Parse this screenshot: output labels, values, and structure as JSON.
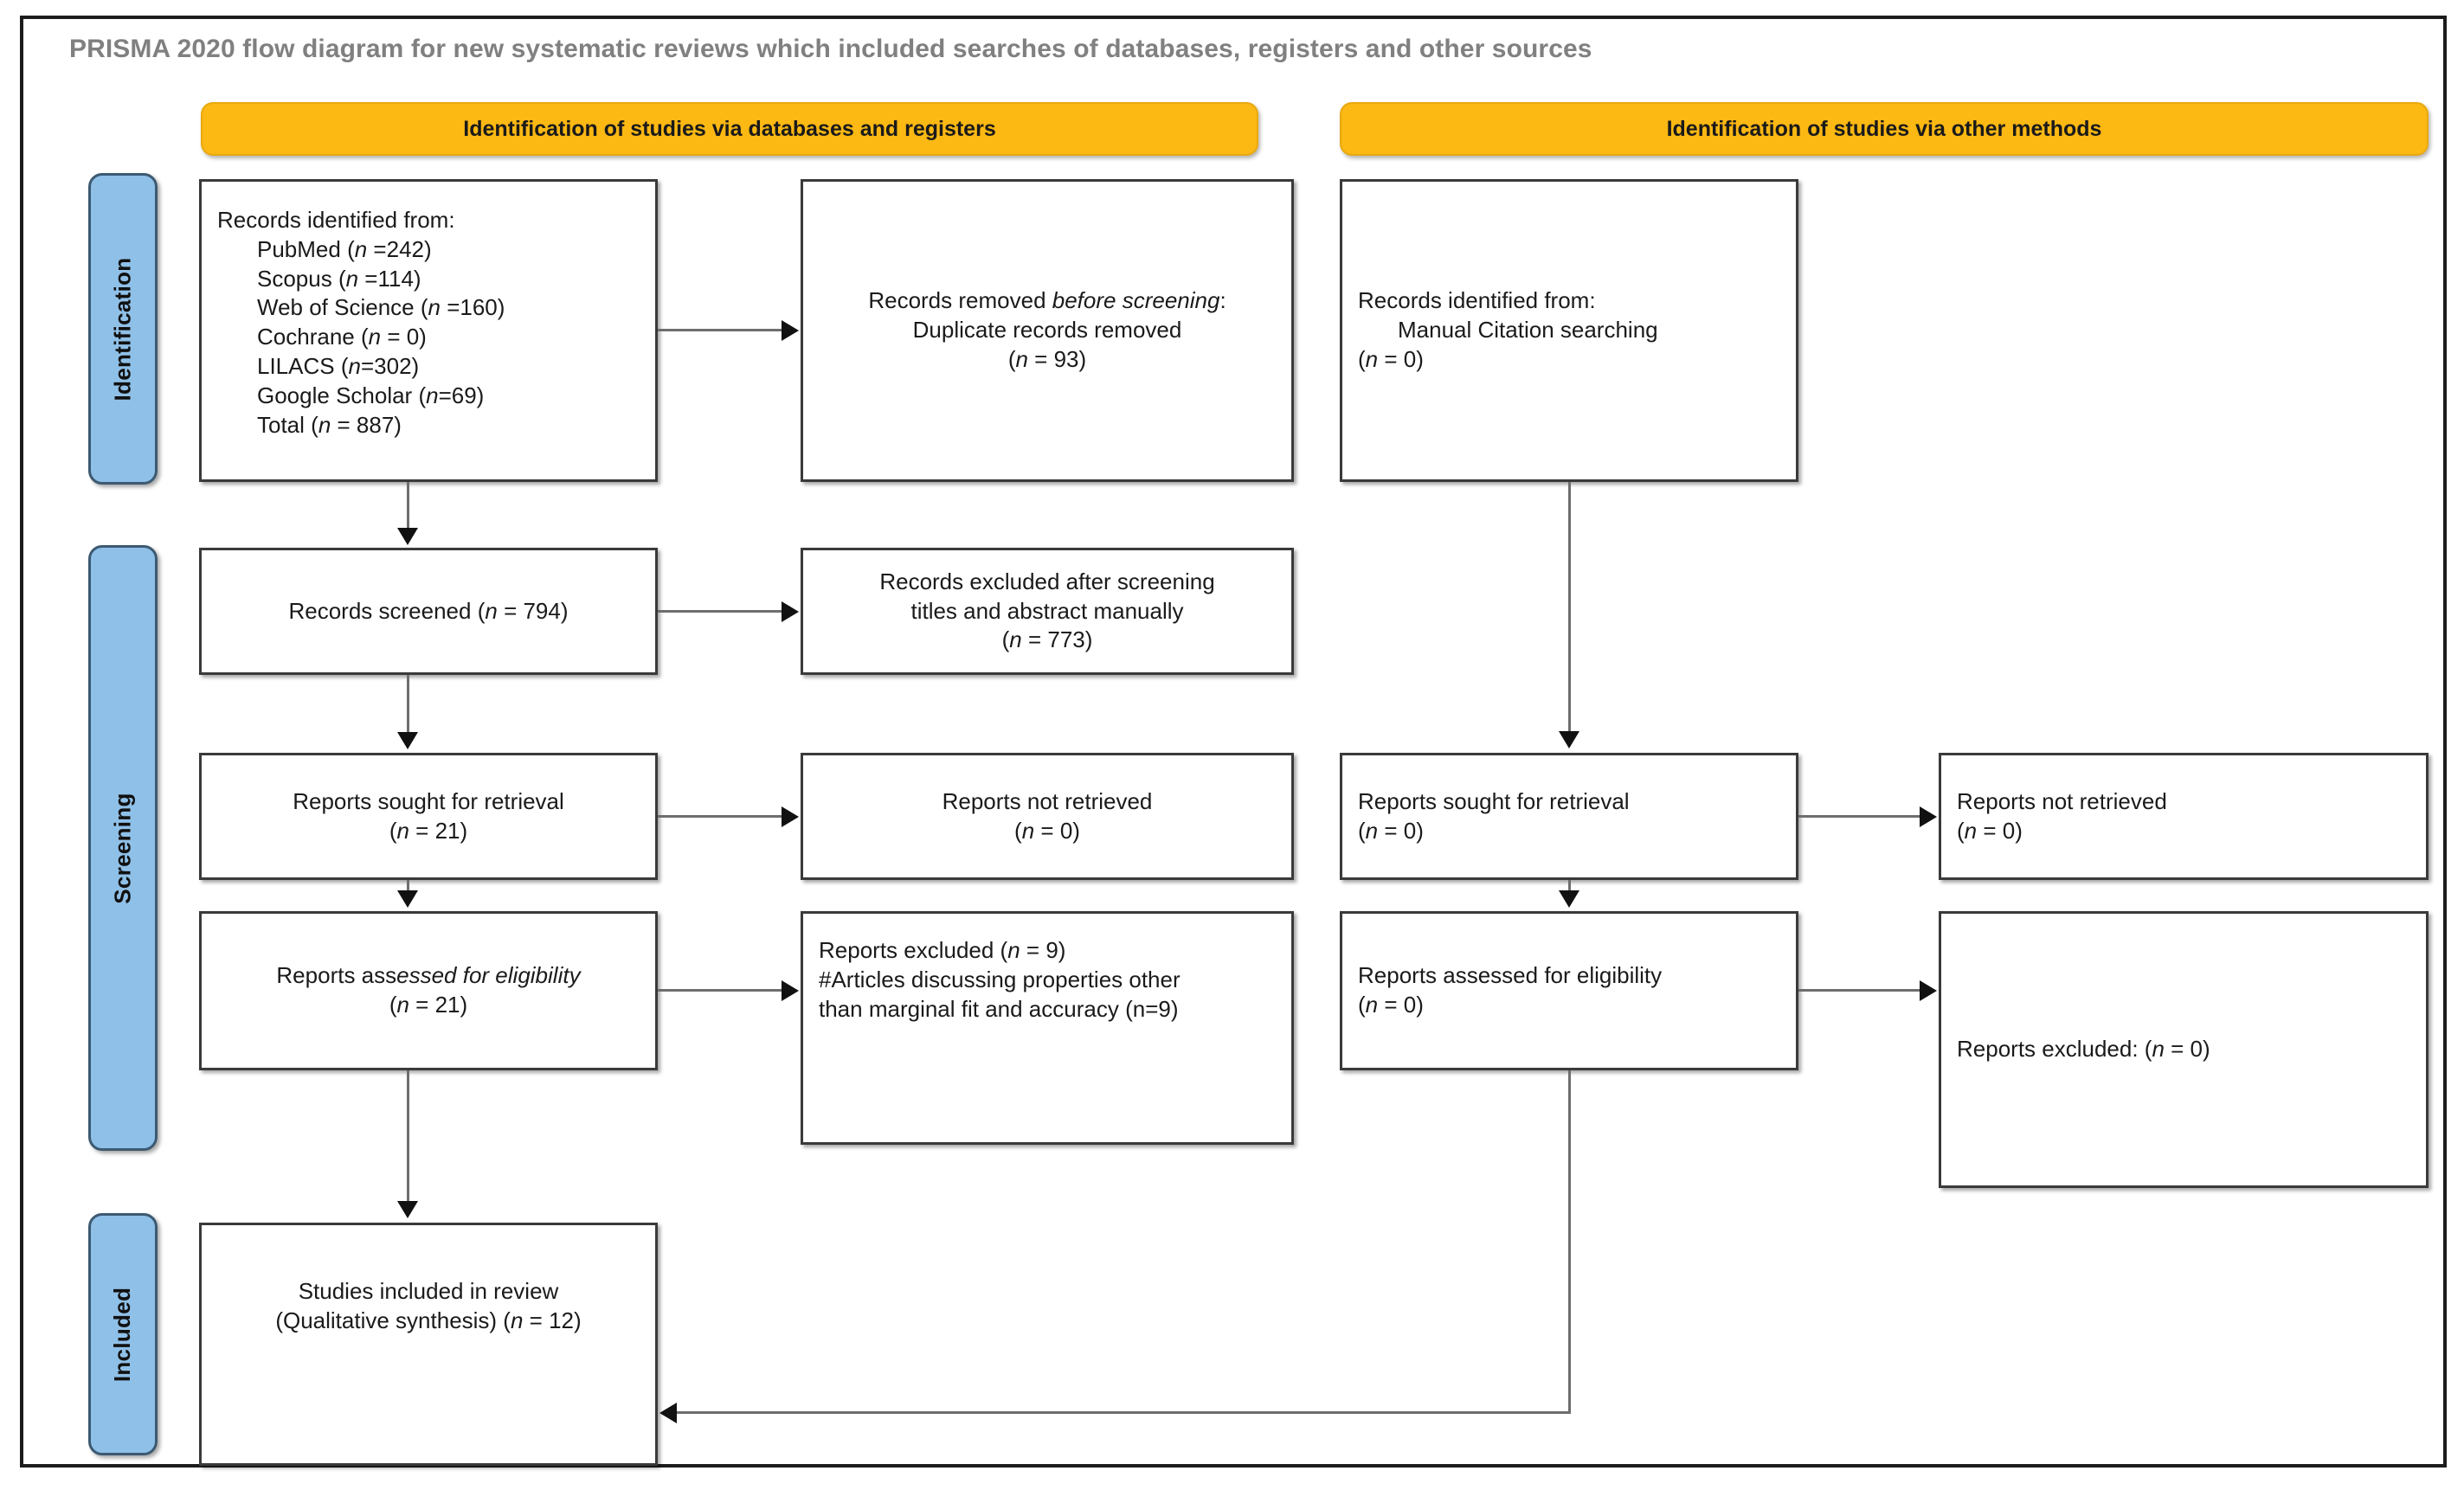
{
  "diagram": {
    "title": "PRISMA 2020 flow diagram for new systematic reviews which included searches of databases, registers and other sources",
    "colors": {
      "header_pill": "#fcb813",
      "stage_bar": "#8fc0e8",
      "stage_bar_border": "#3c5a72",
      "box_border": "#3a3a3a",
      "connector": "#6e6e6e",
      "title_text": "#808080"
    }
  },
  "section_headers": [
    {
      "id": "databases-registers",
      "label": "Identification of studies via databases and registers"
    },
    {
      "id": "other-methods",
      "label": "Identification of studies via other methods"
    }
  ],
  "stages": [
    {
      "id": "identification",
      "label": "Identification"
    },
    {
      "id": "screening",
      "label": "Screening"
    },
    {
      "id": "included",
      "label": "Included"
    }
  ],
  "boxes": {
    "records_identified_db": {
      "title": "Records identified from:",
      "sources": [
        {
          "name": "PubMed",
          "n_text": "(n =242)",
          "n": 242
        },
        {
          "name": "Scopus",
          "n_text": "(n =114)",
          "n": 114
        },
        {
          "name": "Web of Science",
          "n_text": "(n =160)",
          "n": 160
        },
        {
          "name": "Cochrane",
          "n_text": "(n = 0)",
          "n": 0
        },
        {
          "name": "LILACS",
          "n_text": "(n=302)",
          "n": 302
        },
        {
          "name": "Google Scholar",
          "n_text": "(n=69)",
          "n": 69
        },
        {
          "name": "Total",
          "n_text": "(n = 887)",
          "n": 887
        }
      ]
    },
    "records_removed": {
      "line1": "Records removed ",
      "line1_italic": "before screening",
      "line1_end": ":",
      "line2": "Duplicate records removed",
      "line3": "(n = 93)",
      "n": 93
    },
    "records_identified_other": {
      "title": "Records identified from:",
      "source": "Manual Citation searching",
      "n_text": "(n = 0)",
      "n": 0
    },
    "records_screened": {
      "text": "Records screened (n = 794)",
      "label": "Records screened",
      "n_text": "(n = 794)",
      "n": 794
    },
    "records_excluded": {
      "line1": "Records excluded after screening",
      "line2": "titles and abstract manually",
      "line3": "(n = 773)",
      "n": 773
    },
    "reports_sought_db": {
      "line1": "Reports sought for retrieval",
      "line2": "(n = 21)",
      "n": 21
    },
    "reports_not_retrieved_db": {
      "line1": "Reports not retrieved",
      "line2": "(n = 0)",
      "n": 0
    },
    "reports_sought_other": {
      "line1": "Reports sought for retrieval",
      "line2": "(n = 0)",
      "n": 0
    },
    "reports_not_retrieved_other": {
      "line1": "Reports not retrieved",
      "line2": "(n = 0)",
      "n": 0
    },
    "reports_assessed_db": {
      "line1_plain": "Reports ass",
      "line1_italic": "essed for eligibility",
      "line2": "(n = 21)",
      "n": 21
    },
    "reports_excluded_db": {
      "line1": "Reports excluded (n = 9)",
      "line2": "#Articles discussing properties other",
      "line3": "than marginal fit and accuracy (n=9)",
      "n": 9
    },
    "reports_assessed_other": {
      "line1": "Reports assessed for eligibility",
      "line2": "(n = 0)",
      "n": 0
    },
    "reports_excluded_other": {
      "line1": "Reports excluded: (n = 0)",
      "n": 0
    },
    "studies_included": {
      "line1": "Studies included in review",
      "line2": "(Qualitative synthesis) (n = 12)",
      "n": 12
    }
  }
}
